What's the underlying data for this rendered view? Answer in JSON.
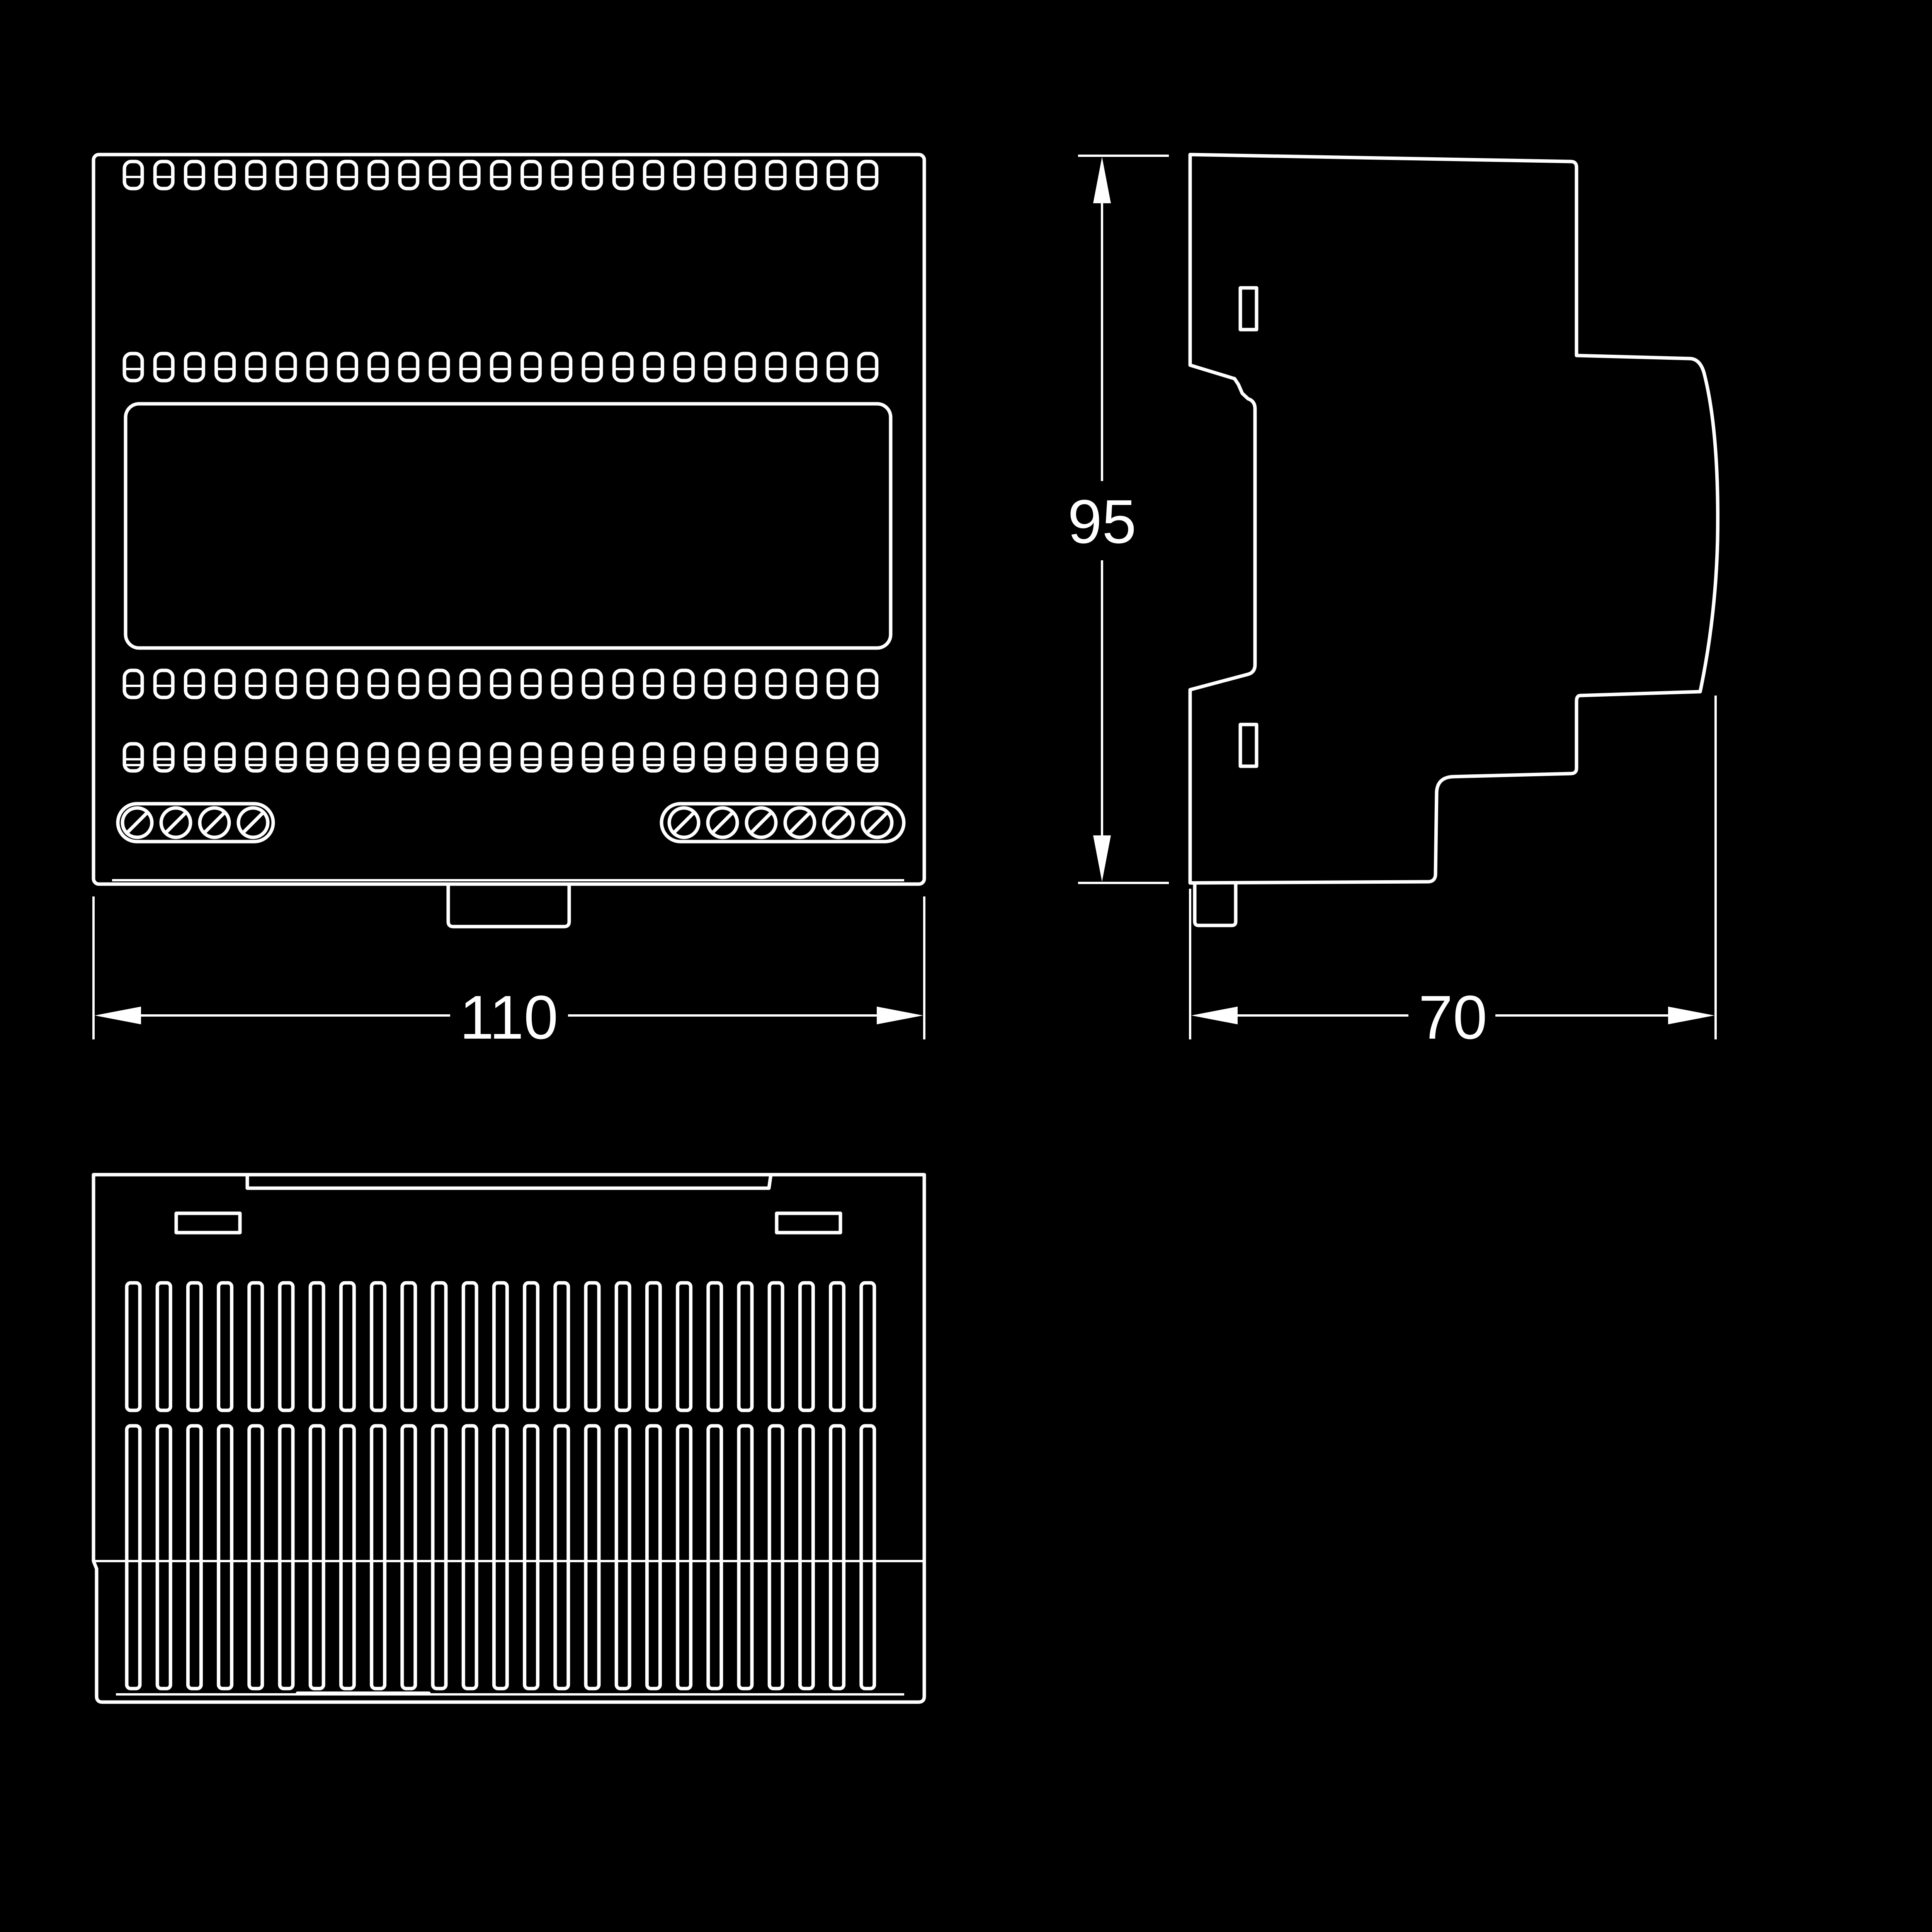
{
  "dimensions": {
    "width": "110",
    "height": "95",
    "depth": "70"
  },
  "colors": {
    "background": "#000000",
    "line": "#ffffff"
  }
}
